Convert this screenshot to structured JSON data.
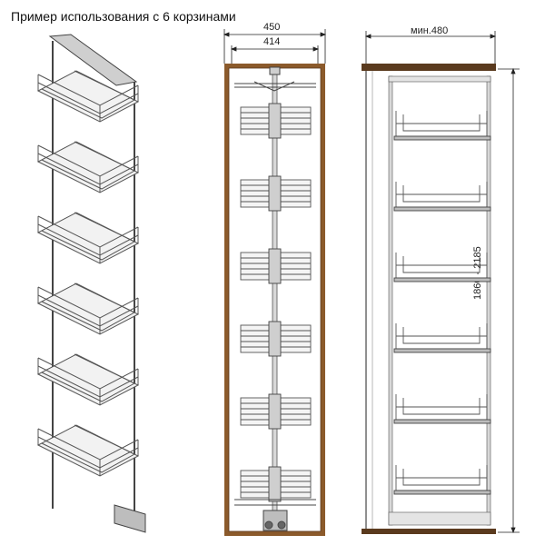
{
  "title": "Пример использования с 6 корзинами",
  "dimensions": {
    "outer_width": "450",
    "inner_width": "414",
    "min_depth": "мин.480",
    "height_range": "1860 - 2185"
  },
  "basket_count": 6,
  "colors": {
    "wood": "#8b5a2b",
    "wood_dark": "#5a3a1e",
    "metal": "#6a6a6a",
    "basket_line": "#555555",
    "line": "#222222"
  }
}
